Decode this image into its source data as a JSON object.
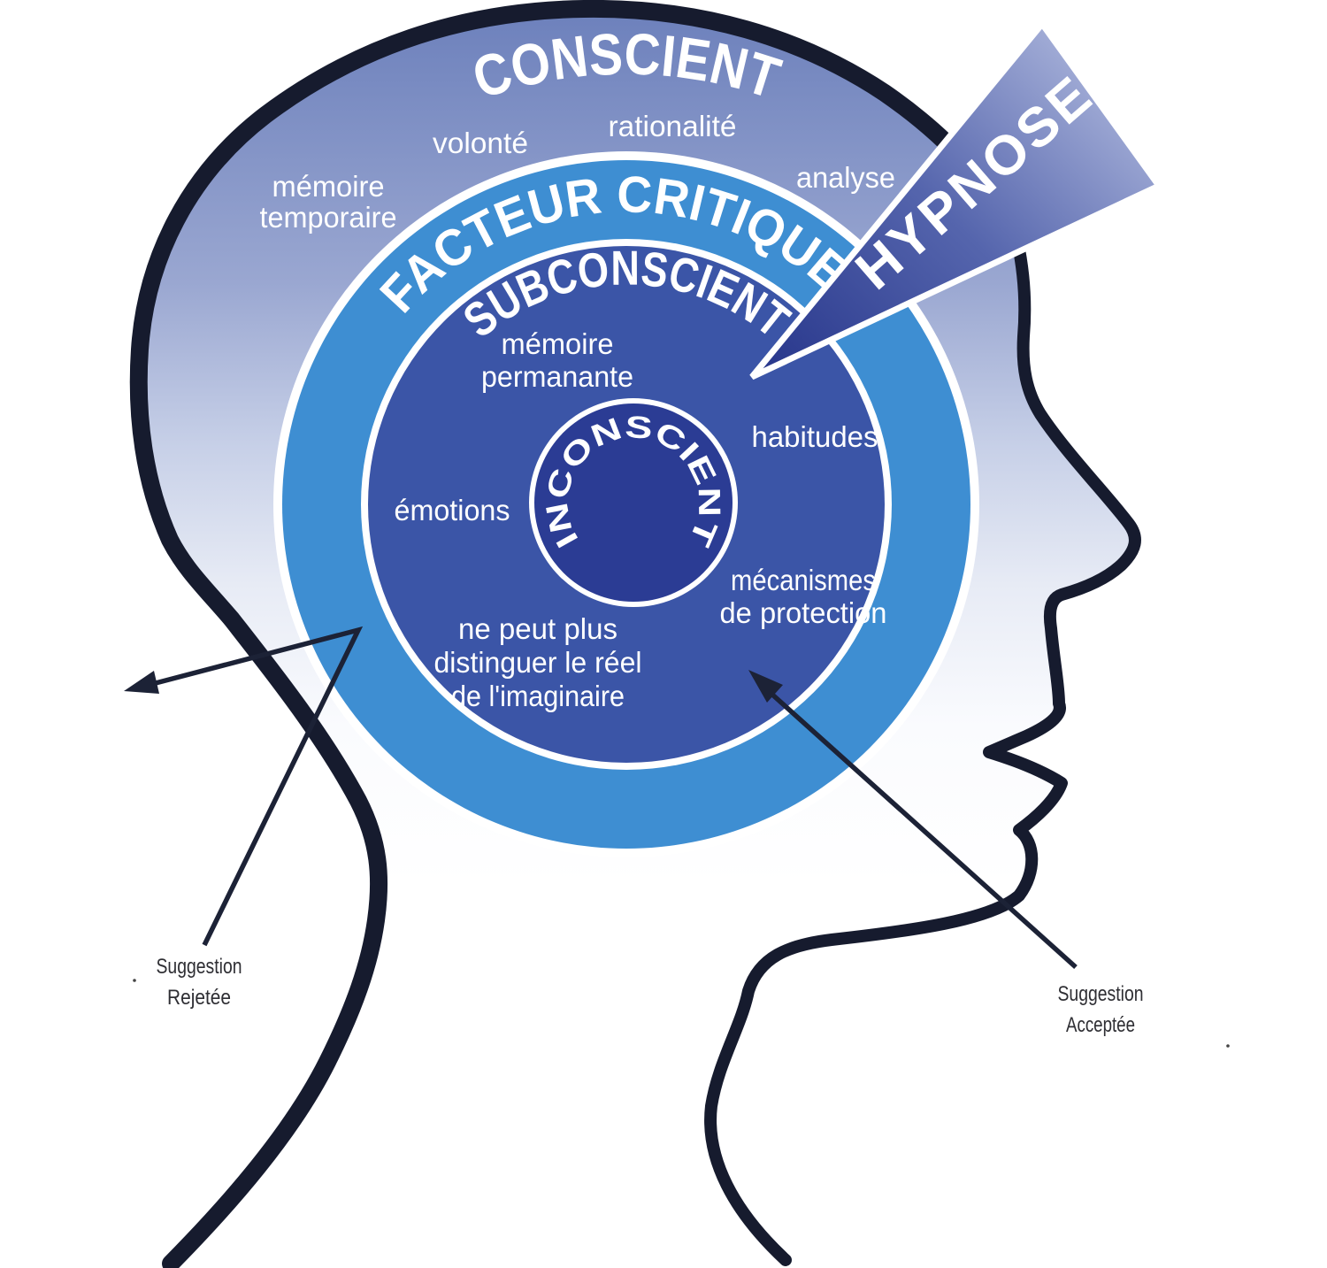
{
  "labels": {
    "conscient": "CONSCIENT",
    "facteur_critique": "FACTEUR CRITIQUE",
    "subconscient": "SUBCONSCIENT",
    "inconscient": "INCONSCIENT",
    "hypnose": "HYPNOSE",
    "volonte": "volonté",
    "rationalite": "rationalité",
    "analyse": "analyse",
    "memoire_temporaire_1": "mémoire",
    "memoire_temporaire_2": "temporaire",
    "memoire_permanante_1": "mémoire",
    "memoire_permanante_2": "permanante",
    "habitudes": "habitudes",
    "emotions": "émotions",
    "mecanismes_1": "mécanismes",
    "mecanismes_2": "de protection",
    "ne_peut_1": "ne peut plus",
    "ne_peut_2": "distinguer le réel",
    "ne_peut_3": "de l'imaginaire",
    "suggestion_rejetee_1": "Suggestion",
    "suggestion_rejetee_2": "Rejetée",
    "suggestion_acceptee_1": "Suggestion",
    "suggestion_acceptee_2": "Acceptée"
  },
  "colors": {
    "outline": "#161b2e",
    "ring_facteur": "#3e8ed2",
    "subconscient_fill": "#3b55a7",
    "inconscient_fill": "#2b3c94",
    "conscient_top": "#6b7fbb",
    "conscient_mid": "#9aa7d1",
    "conscient_soft": "#c6cfe7",
    "conscient_faint": "#e7ebf5",
    "wedge_light": "#a9b3da",
    "wedge_mid": "#5565ad",
    "wedge_dark": "#2b3a8e",
    "arrow": "#1c2236",
    "label_text": "#ffffff",
    "suggestion_text": "#2e2e33"
  }
}
